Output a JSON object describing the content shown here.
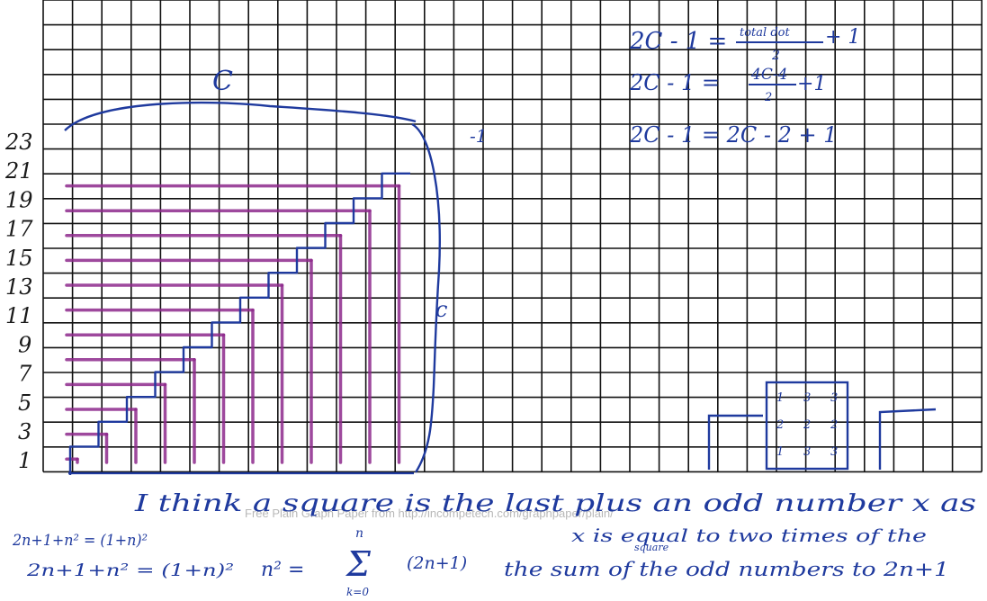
{
  "colors": {
    "grid": "#111111",
    "ink_blue": "#1f3a9e",
    "ink_purple": "#8e2a8c",
    "paper": "#ffffff"
  },
  "grid": {
    "columns": 32,
    "rows": 19
  },
  "labels": {
    "top_c": "C",
    "right_c": "c",
    "minus_one": "-1",
    "odd_numbers": [
      "23",
      "21",
      "19",
      "17",
      "15",
      "13",
      "11",
      "9",
      "7",
      "5",
      "3",
      "1"
    ]
  },
  "equations": {
    "eq1_left": "2C - 1 =",
    "eq1_num": "total dot",
    "eq1_den": "2",
    "eq1_right": "+ 1",
    "eq2_left": "2C - 1 =",
    "eq2_num": "4C-4",
    "eq2_den": "2",
    "eq2_right": "+1",
    "eq3": "2C - 1 = 2C - 2 + 1"
  },
  "small_square": {
    "row1": [
      "1",
      "3",
      "3"
    ],
    "row2": [
      "2",
      "2",
      "2"
    ],
    "row3": [
      "1",
      "3",
      "3"
    ]
  },
  "text": {
    "line1": "I think a square is the last plus an odd number x as",
    "line2": "x is equal to two times of the",
    "line3": "the sum of the odd numbers to 2n+1",
    "line3_insert": "square",
    "formula1": "2n+1+n² = (1+n)²",
    "formula2": "2n+1+n² = (1+n)²",
    "sum_formula_left": "n² =",
    "sum_top": "n",
    "sum_bottom": "k=0",
    "sum_term": "(2n+1)",
    "watermark": "Free Plain Graph Paper from http://incompetech.com/graphpaper/plain/"
  }
}
